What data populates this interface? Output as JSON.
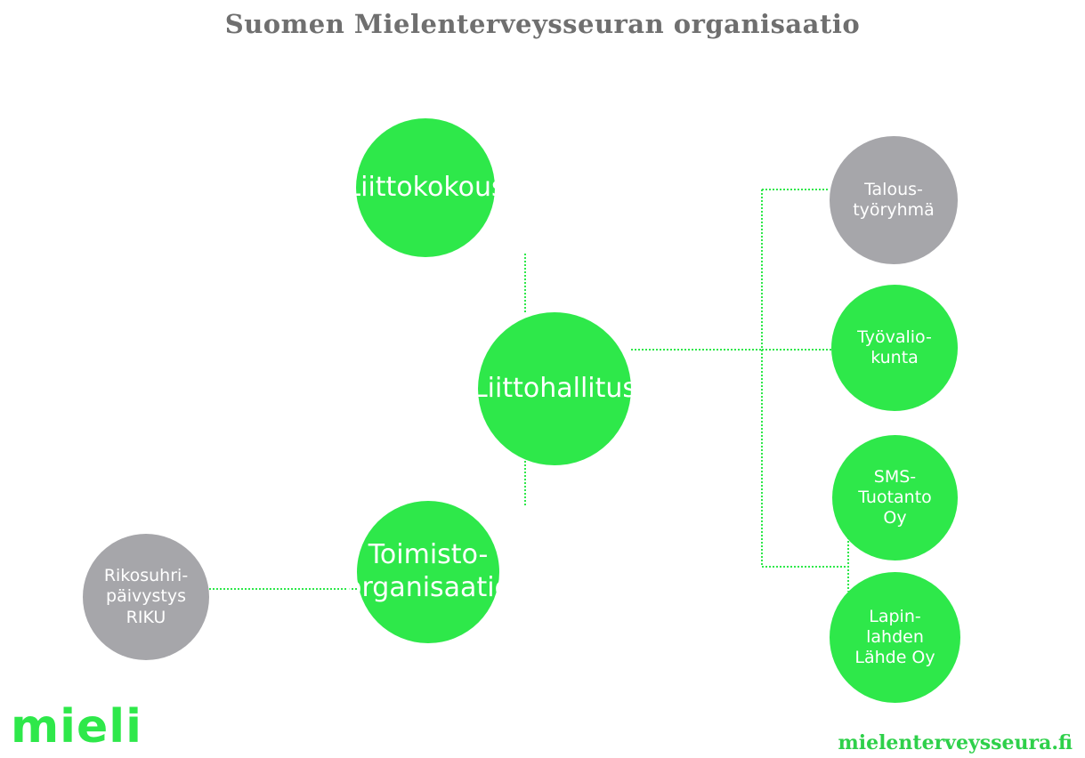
{
  "title": "Suomen Mielenterveysseuran organisaatio",
  "nodes": {
    "liittokokous": "Liittokokous",
    "liittohallitus": "Liittohallitus",
    "toimisto": "Toimisto-\norganisaatio",
    "rikosuhri": "Rikosuhri-\npäivystys\nRIKU",
    "talous": "Talous-\ntyöryhmä",
    "tyovalio": "Työvalio-\nkunta",
    "sms": "SMS-\nTuotanto\nOy",
    "lapin": "Lapin-\nlahden\nLähde Oy"
  },
  "logo": "mieli",
  "url": "mielenterveysseura.fi",
  "colors": {
    "green": "#2ee84a",
    "grey": "#a6a6aa",
    "title": "#6f6f6f",
    "connector": "#2ee84a"
  }
}
